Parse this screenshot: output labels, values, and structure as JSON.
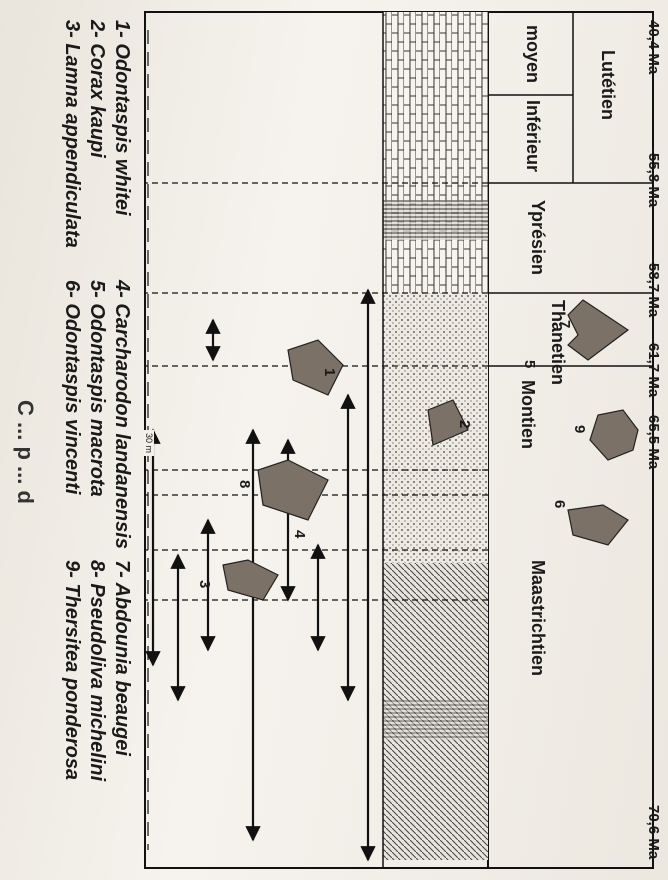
{
  "ages": {
    "a40": "-40,4 Ma",
    "a55": "-55,8 Ma",
    "a58": "-58,7 Ma",
    "a61": "-61,7 Ma",
    "a65": "-65,5 Ma",
    "a70": "-70,6 Ma"
  },
  "stages": {
    "lutetien": "Lutétien",
    "inferieur": "Inférieur",
    "moyen": "moyen",
    "ypresien": "Yprésien",
    "thanetien": "Thanetien",
    "montien": "Montien",
    "maastrichtien": "Maastrichtien"
  },
  "fossil_numbers": [
    "1",
    "2",
    "3",
    "4",
    "5",
    "6",
    "7",
    "8",
    "9"
  ],
  "scale_label": "30 m",
  "legend": [
    "1- Odontaspis whitei",
    "2- Corax kaupi",
    "3- Lamna appendiculata",
    "4- Carcharodon landanensis",
    "5- Odontaspis macrota",
    "6- Odontaspis vincenti",
    "7- Abdounia beaugei",
    "8- Pseudoliva michelini",
    "9- Thersitea ponderosa"
  ],
  "edge_text": "C ... p ... d"
}
